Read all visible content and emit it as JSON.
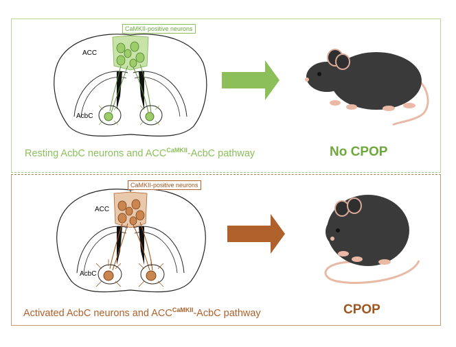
{
  "top_panel": {
    "neuron_tag": "CaMKII-positive neurons",
    "acc_label": "ACC",
    "acbc_label": "AcbC",
    "caption_prefix": "Resting AcbC neurons and ACC",
    "caption_sup": "CaMKII",
    "caption_suffix": "-AcbC pathway",
    "result": "No CPOP"
  },
  "bottom_panel": {
    "neuron_tag": "CaMKII-positive neurons",
    "acc_label": "ACC",
    "acbc_label": "AcbC",
    "caption_prefix": "Activated AcbC neurons and ACC",
    "caption_sup": "CaMKII",
    "caption_suffix": "-AcbC pathway",
    "result": "CPOP"
  },
  "colors": {
    "green": "#8cbf5a",
    "brown": "#b0602a",
    "mouse_body": "#3a3a3a",
    "mouse_skin": "#e9b9a6"
  },
  "icons": {
    "arrow": "right-arrow-icon",
    "animal": "mouse-icon",
    "brain": "brain-section-icon"
  }
}
